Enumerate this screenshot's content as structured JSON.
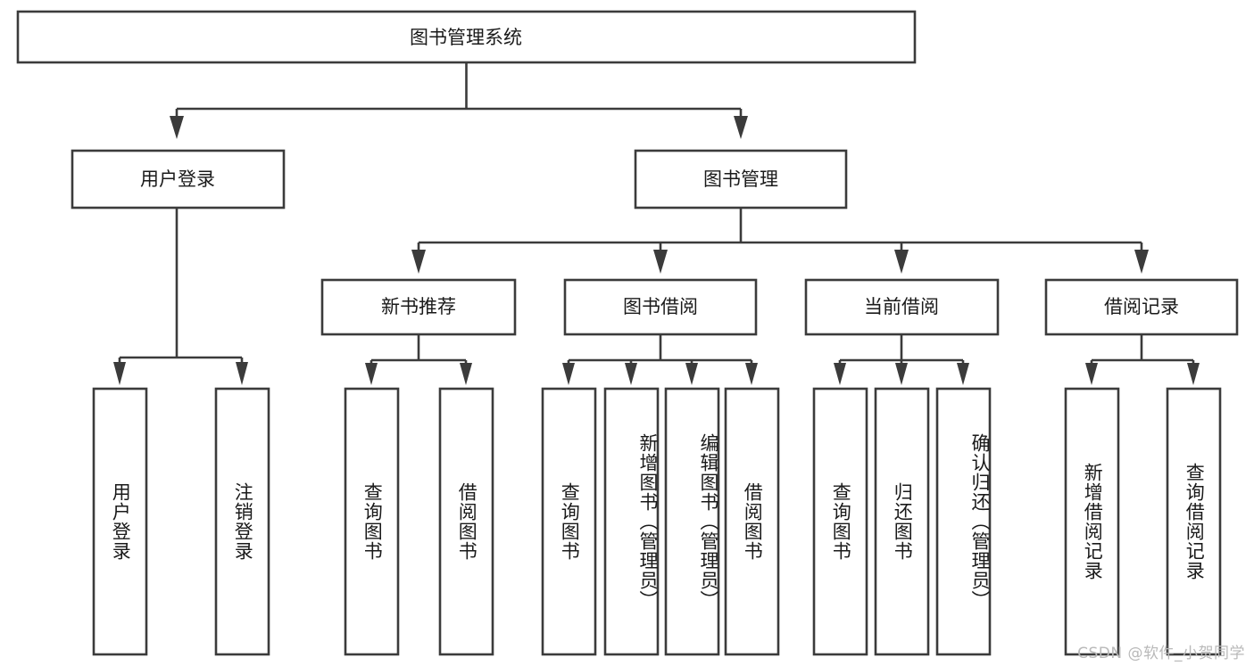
{
  "diagram": {
    "type": "tree-hierarchy",
    "title": "图书管理系统",
    "watermark": "CSDN @软件_小贺同学",
    "colors": {
      "box_stroke": "#3b3b3b",
      "box_fill": "#ffffff",
      "text": "#1a1a1a",
      "background": "#ffffff",
      "watermark": "#b9b9b9"
    },
    "root": {
      "label": "图书管理系统",
      "level": 1
    },
    "level2": [
      {
        "label": "用户登录"
      },
      {
        "label": "图书管理"
      }
    ],
    "level3": [
      {
        "label": "新书推荐",
        "parent": "图书管理"
      },
      {
        "label": "图书借阅",
        "parent": "图书管理"
      },
      {
        "label": "当前借阅",
        "parent": "图书管理"
      },
      {
        "label": "借阅记录",
        "parent": "图书管理"
      }
    ],
    "leaves": [
      {
        "label": "用户登录",
        "parent": "用户登录"
      },
      {
        "label": "注销登录",
        "parent": "用户登录"
      },
      {
        "label": "查询图书",
        "parent": "新书推荐"
      },
      {
        "label": "借阅图书",
        "parent": "新书推荐"
      },
      {
        "label": "查询图书",
        "parent": "图书借阅"
      },
      {
        "label": "新增图书（管理员）",
        "parent": "图书借阅"
      },
      {
        "label": "编辑图书（管理员）",
        "parent": "图书借阅"
      },
      {
        "label": "借阅图书",
        "parent": "图书借阅"
      },
      {
        "label": "查询图书",
        "parent": "当前借阅"
      },
      {
        "label": "归还图书",
        "parent": "当前借阅"
      },
      {
        "label": "确认归还（管理员）",
        "parent": "当前借阅"
      },
      {
        "label": "新增借阅记录",
        "parent": "借阅记录"
      },
      {
        "label": "查询借阅记录",
        "parent": "借阅记录"
      }
    ]
  }
}
